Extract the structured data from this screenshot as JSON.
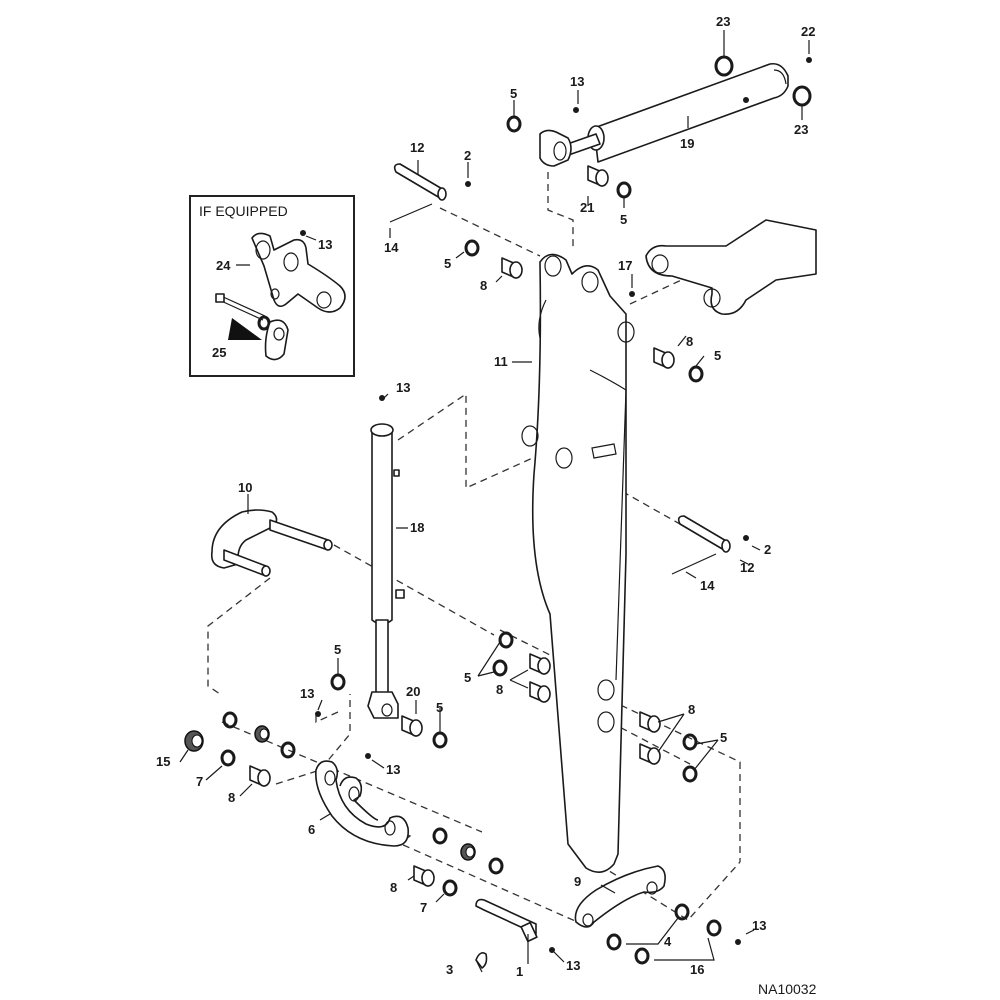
{
  "diagram": {
    "title": "Excavator arm / boom exploded parts view",
    "inset": {
      "title": "IF EQUIPPED",
      "labels": [
        "24",
        "13",
        "25"
      ]
    },
    "reference_number": "NA10032",
    "callouts": [
      {
        "id": "23a",
        "text": "23"
      },
      {
        "id": "22",
        "text": "22"
      },
      {
        "id": "23b",
        "text": "23"
      },
      {
        "id": "19",
        "text": "19"
      },
      {
        "id": "13-cyl19",
        "text": "13"
      },
      {
        "id": "5-cyl19-left",
        "text": "5"
      },
      {
        "id": "21",
        "text": "21"
      },
      {
        "id": "5-cyl19-bushing",
        "text": "5"
      },
      {
        "id": "12-top",
        "text": "12"
      },
      {
        "id": "2-top",
        "text": "2"
      },
      {
        "id": "14-top",
        "text": "14"
      },
      {
        "id": "5-boom-top",
        "text": "5"
      },
      {
        "id": "8-boom-top",
        "text": "8"
      },
      {
        "id": "17",
        "text": "17"
      },
      {
        "id": "11",
        "text": "11"
      },
      {
        "id": "8-boom-right",
        "text": "8"
      },
      {
        "id": "5-boom-right",
        "text": "5"
      },
      {
        "id": "13-cyl18-top",
        "text": "13"
      },
      {
        "id": "18",
        "text": "18"
      },
      {
        "id": "10",
        "text": "10"
      },
      {
        "id": "2-mid",
        "text": "2"
      },
      {
        "id": "12-mid",
        "text": "12"
      },
      {
        "id": "14-mid",
        "text": "14"
      },
      {
        "id": "5-rod",
        "text": "5"
      },
      {
        "id": "13-rod",
        "text": "13"
      },
      {
        "id": "20",
        "text": "20"
      },
      {
        "id": "5-rod-right",
        "text": "5"
      },
      {
        "id": "5-pair-mid",
        "text": "5"
      },
      {
        "id": "8-pair-mid",
        "text": "8"
      },
      {
        "id": "8-pair-right",
        "text": "8"
      },
      {
        "id": "5-pair-right",
        "text": "5"
      },
      {
        "id": "15",
        "text": "15"
      },
      {
        "id": "7-left",
        "text": "7"
      },
      {
        "id": "8-left",
        "text": "8"
      },
      {
        "id": "13-link",
        "text": "13"
      },
      {
        "id": "6",
        "text": "6"
      },
      {
        "id": "8-bottom",
        "text": "8"
      },
      {
        "id": "7-bottom",
        "text": "7"
      },
      {
        "id": "9",
        "text": "9"
      },
      {
        "id": "3",
        "text": "3"
      },
      {
        "id": "1",
        "text": "1"
      },
      {
        "id": "13-pin",
        "text": "13"
      },
      {
        "id": "4",
        "text": "4"
      },
      {
        "id": "16",
        "text": "16"
      },
      {
        "id": "13-right",
        "text": "13"
      }
    ]
  }
}
